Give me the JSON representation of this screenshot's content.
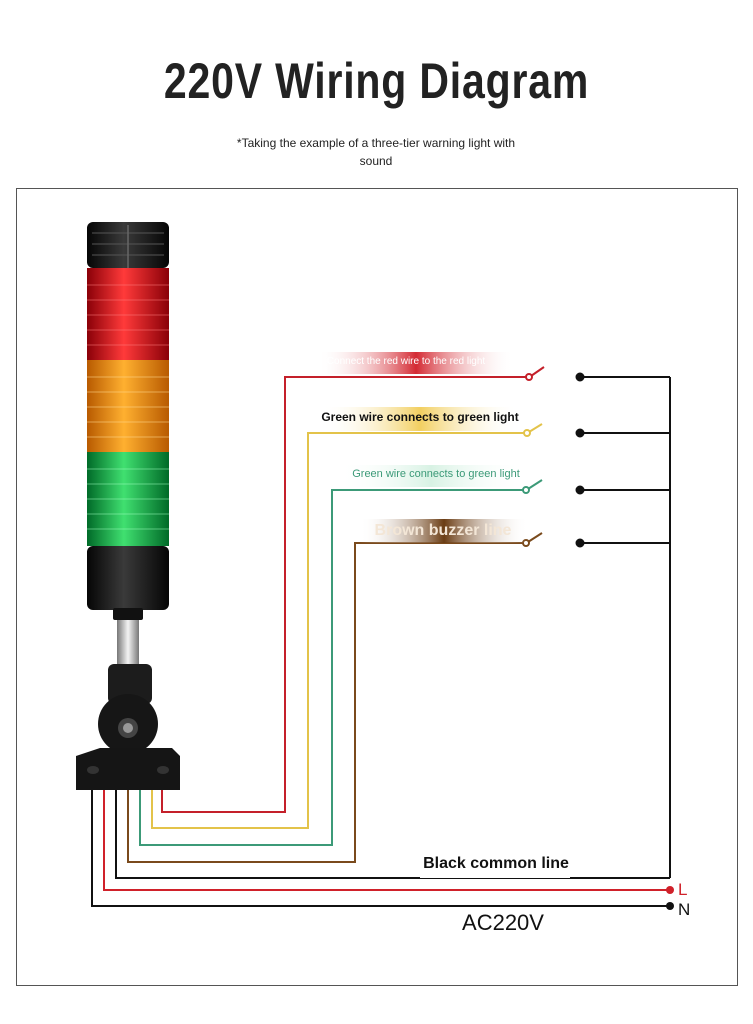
{
  "header": {
    "title": "220V Wiring Diagram",
    "subtitle": "*Taking the example of a three-tier warning light with sound"
  },
  "wires": [
    {
      "label": "Connect the red wire to the red light",
      "color": "#c4202a"
    },
    {
      "label": "Green wire connects to green light",
      "color": "#e3c34a"
    },
    {
      "label": "Green wire connects to green light",
      "color": "#3c9a78"
    },
    {
      "label": "Brown buzzer line",
      "color": "#7a4a1c"
    }
  ],
  "common_line": {
    "label": "Black common line",
    "color": "#111111"
  },
  "terminals": {
    "live": "L",
    "neutral": "N",
    "live_color": "#d0212a"
  },
  "supply": {
    "label": "AC220V"
  },
  "lamp_colors": {
    "red": "#e0101a",
    "amber": "#f08a10",
    "green": "#18b04a",
    "body": "#1a1a1a"
  }
}
